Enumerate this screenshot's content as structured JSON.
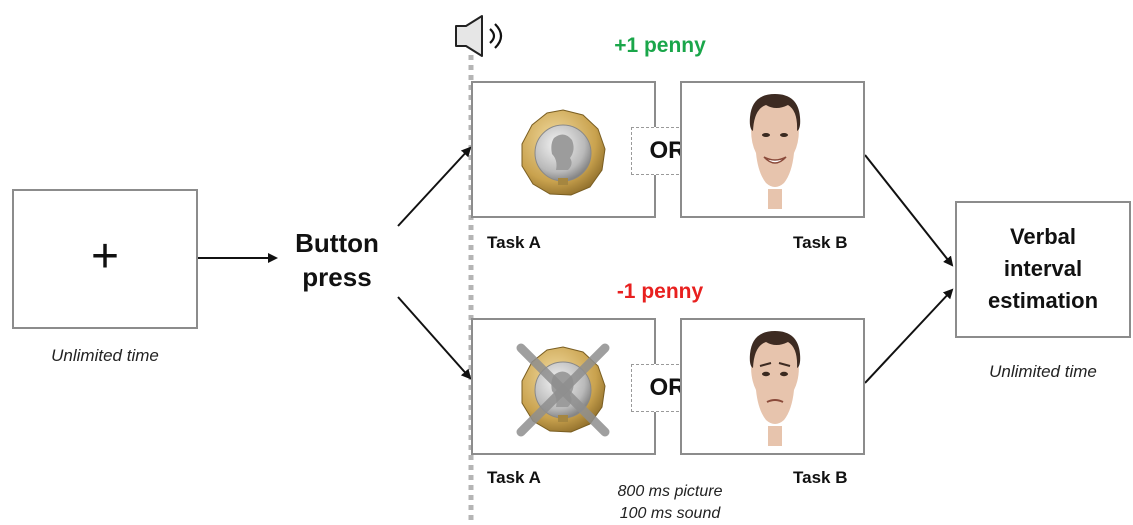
{
  "fixation": {
    "symbol": "+",
    "caption": "Unlimited time"
  },
  "button_press": {
    "line1": "Button",
    "line2": "press"
  },
  "reward": {
    "label": "+1 penny",
    "label_color": "#1aa64a",
    "task_a": "Task A",
    "task_b": "Task B",
    "or_label": "OR"
  },
  "loss": {
    "label": "-1 penny",
    "label_color": "#e8201f",
    "task_a": "Task A",
    "task_b": "Task B",
    "or_label": "OR"
  },
  "timing": {
    "line1": "800 ms picture",
    "line2": "100 ms sound"
  },
  "estimation": {
    "line1": "Verbal",
    "line2": "interval",
    "line3": "estimation",
    "caption": "Unlimited time"
  }
}
